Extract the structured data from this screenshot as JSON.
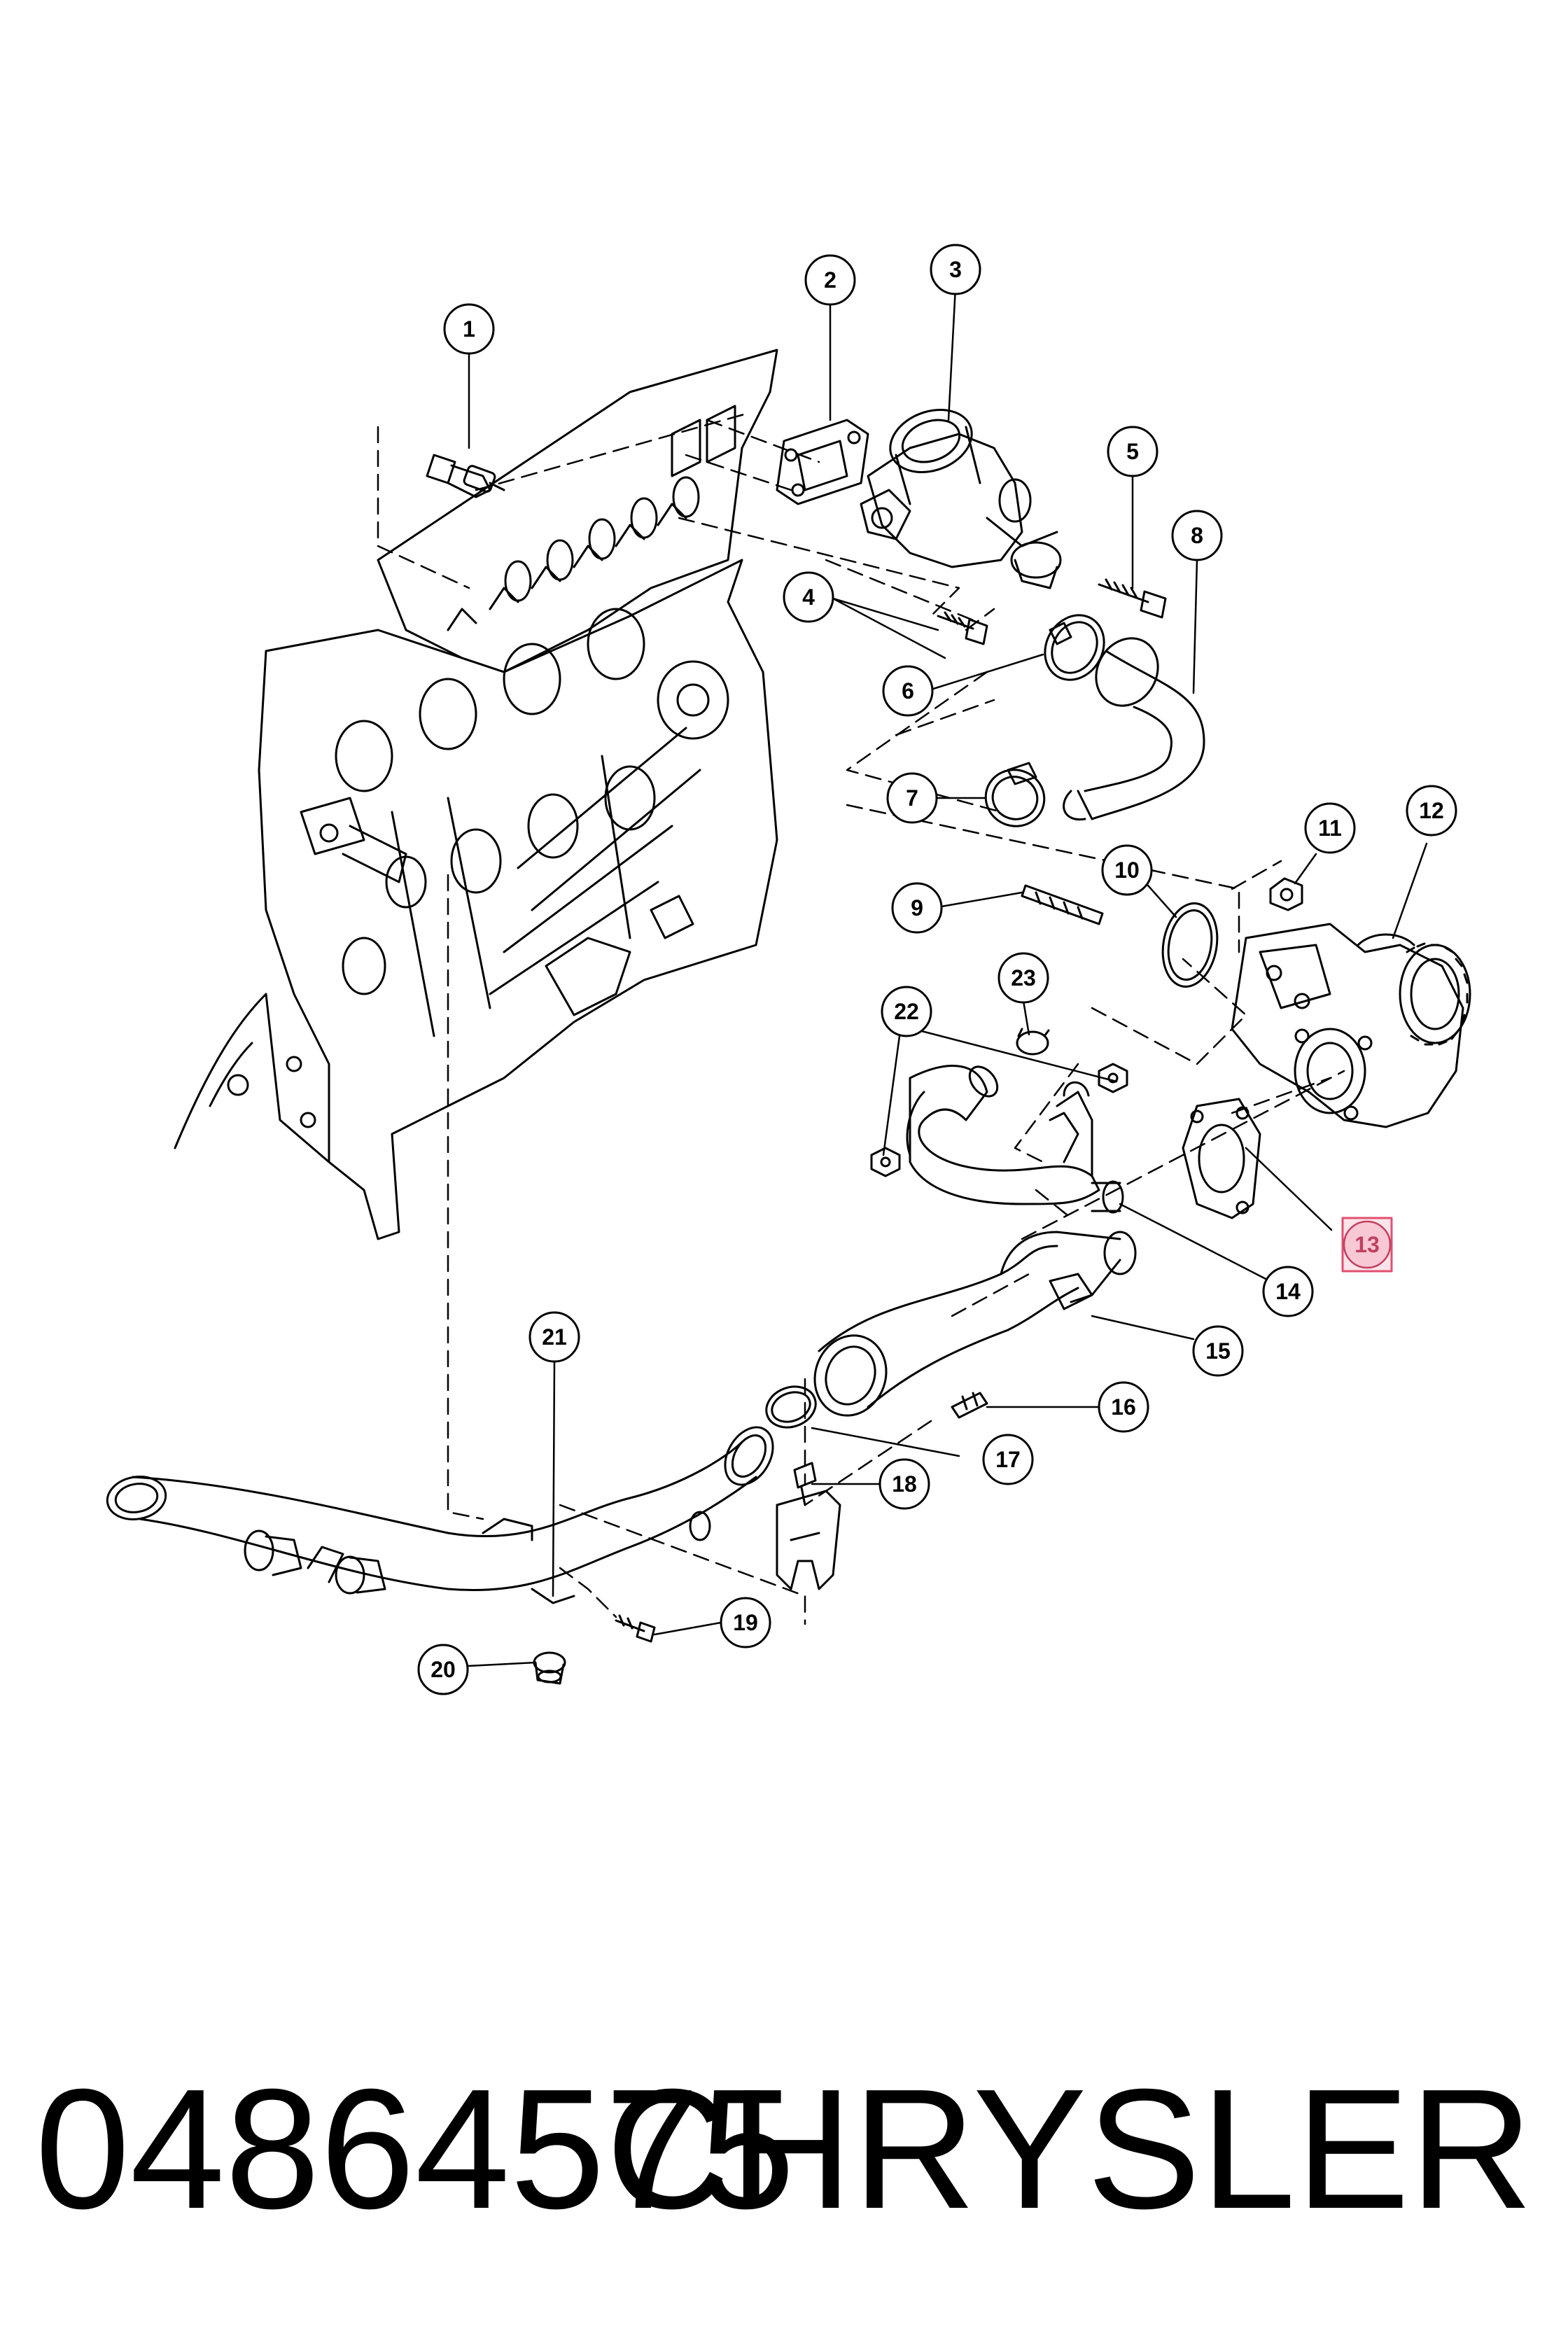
{
  "diagram": {
    "callouts": [
      "1",
      "2",
      "3",
      "4",
      "5",
      "6",
      "7",
      "8",
      "9",
      "10",
      "11",
      "12",
      "13",
      "14",
      "15",
      "16",
      "17",
      "18",
      "19",
      "20",
      "21",
      "22",
      "23"
    ],
    "highlighted_callout": "13",
    "highlight_color": "#e05070"
  },
  "footer": {
    "part_number": "04864575",
    "brand": "CHRYSLER"
  }
}
